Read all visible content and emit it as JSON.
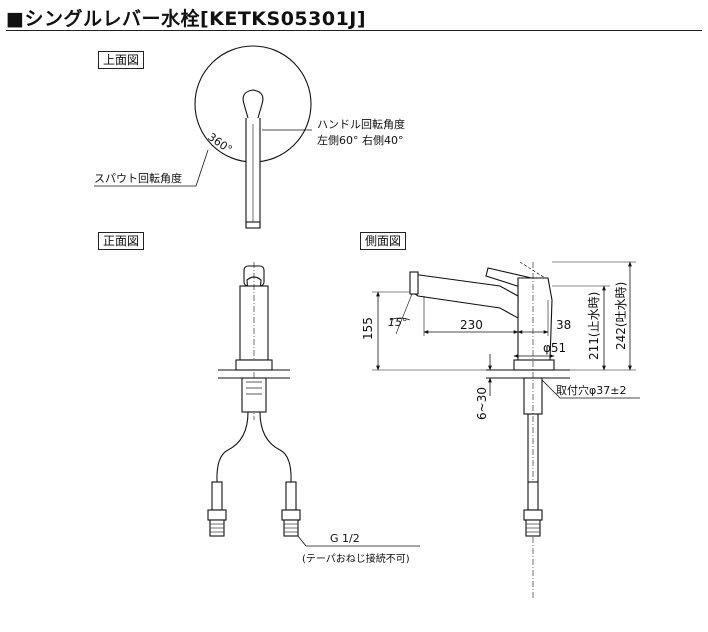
{
  "title": "■シングルレバー水栓[KETKS05301J]",
  "views": {
    "top": "上面図",
    "front": "正面図",
    "side": "側面図"
  },
  "annotations": {
    "rotation_360": "360°",
    "handle_angle_title": "ハンドル回転角度",
    "handle_angle_values": "左側60° 右側40°",
    "spout_rotation": "スパウト回転角度",
    "thread_size": "G 1/2",
    "thread_note": "(テーパおねじ接続不可)",
    "mount_hole": "取付穴φ37±2"
  },
  "dimensions": {
    "height_155": "155",
    "spout_angle": "15°",
    "reach_230": "230",
    "offset_38": "38",
    "dia_51": "φ51",
    "counter_6_30": "6~30",
    "height_211": "211(止水時)",
    "height_242": "242(吐水時)"
  }
}
